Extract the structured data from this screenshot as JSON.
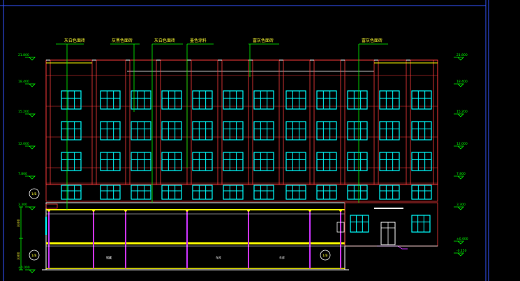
{
  "drawing": {
    "callouts": [
      {
        "text": "灰白色面砖"
      },
      {
        "text": "灰黑色面砖"
      },
      {
        "text": "灰白色面砖"
      },
      {
        "text": "墨色涂料"
      },
      {
        "text": "富灰色面砖"
      },
      {
        "text": "富灰色面砖"
      }
    ],
    "levels_left": [
      {
        "text": "21.800"
      },
      {
        "text": "18.400"
      },
      {
        "text": "15.200"
      },
      {
        "text": "12.000"
      },
      {
        "text": "7.800"
      },
      {
        "text": "3.300"
      },
      {
        "text": "±0.000"
      }
    ],
    "levels_right": [
      {
        "text": "21.800"
      },
      {
        "text": "18.400"
      },
      {
        "text": "15.200"
      },
      {
        "text": "12.000"
      },
      {
        "text": "7.800"
      },
      {
        "text": "3.300"
      },
      {
        "text": "±0.000"
      },
      {
        "text": "-0.150"
      }
    ],
    "axis_markers": [
      {
        "text": "1/B"
      },
      {
        "text": "1/B"
      },
      {
        "text": "1/B"
      }
    ],
    "dims_left": [
      {
        "text": "3300"
      },
      {
        "text": "3300"
      }
    ],
    "room_labels": [
      {
        "text": "储藏"
      },
      {
        "text": "车库"
      },
      {
        "text": "车库"
      }
    ],
    "colors": {
      "background": "#000000",
      "wall": "#ff3b3b",
      "window": "#00ffff",
      "leader": "#00ff00",
      "text": "#ffff33",
      "slab": "#ffff00",
      "column": "#cc33ff",
      "outline": "#ffffff",
      "frame": "#3355ff"
    }
  }
}
